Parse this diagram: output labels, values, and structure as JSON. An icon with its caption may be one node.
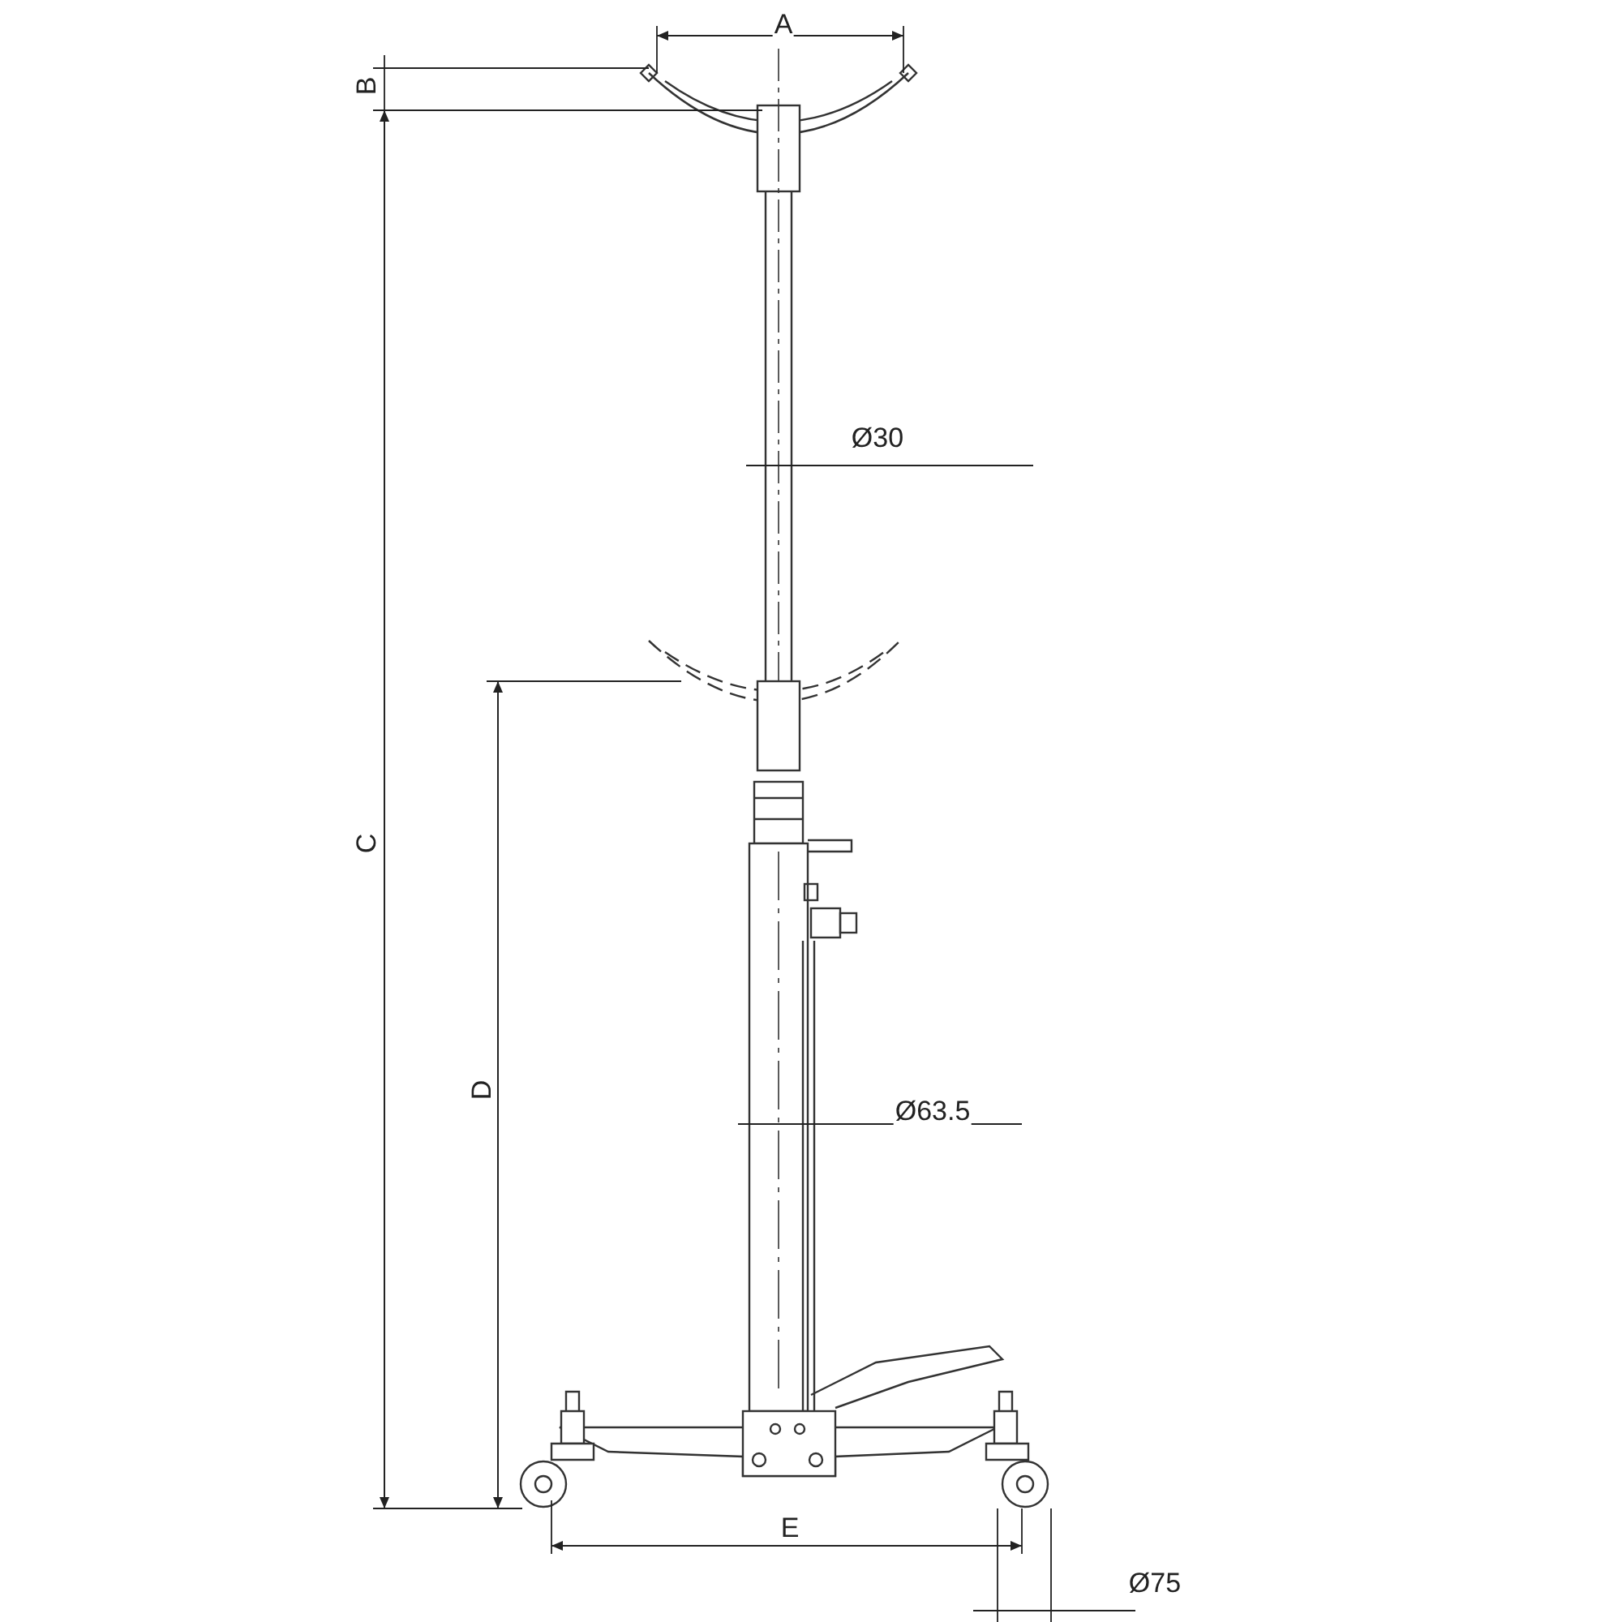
{
  "diagram": {
    "labels": [
      "A",
      "B",
      "Ø30",
      "C",
      "D",
      "Ø63.5",
      "E",
      "Ø75"
    ]
  }
}
